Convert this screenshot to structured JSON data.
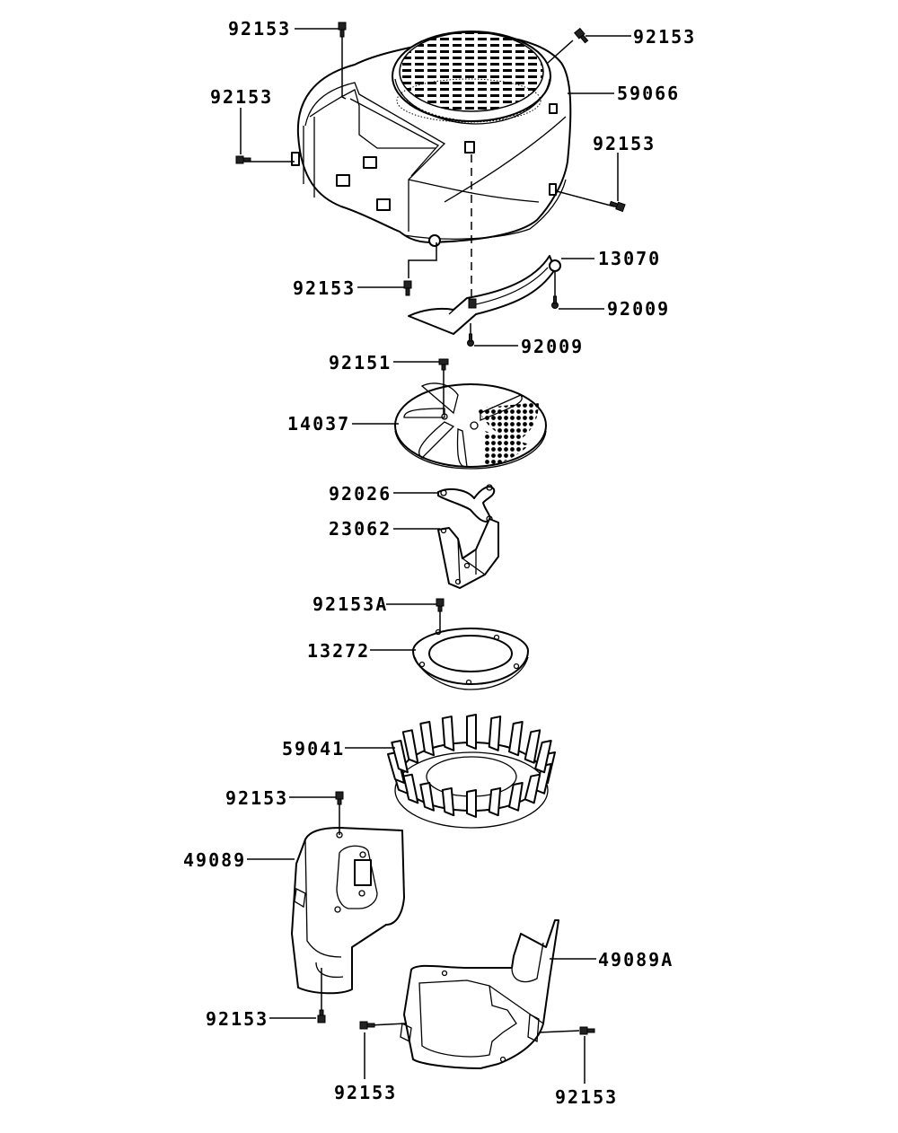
{
  "labels": {
    "p1": "92153",
    "p2": "92153",
    "p3": "92153",
    "p4": "59066",
    "p5": "92153",
    "p6": "92153",
    "p7": "13070",
    "p8": "92009",
    "p9": "92009",
    "p10": "92151",
    "p11": "14037",
    "p12": "92026",
    "p13": "23062",
    "p14": "92153A",
    "p15": "13272",
    "p16": "59041",
    "p17": "92153",
    "p18": "49089",
    "p19": "49089A",
    "p20": "92153",
    "p21": "92153",
    "p22": "92153"
  }
}
